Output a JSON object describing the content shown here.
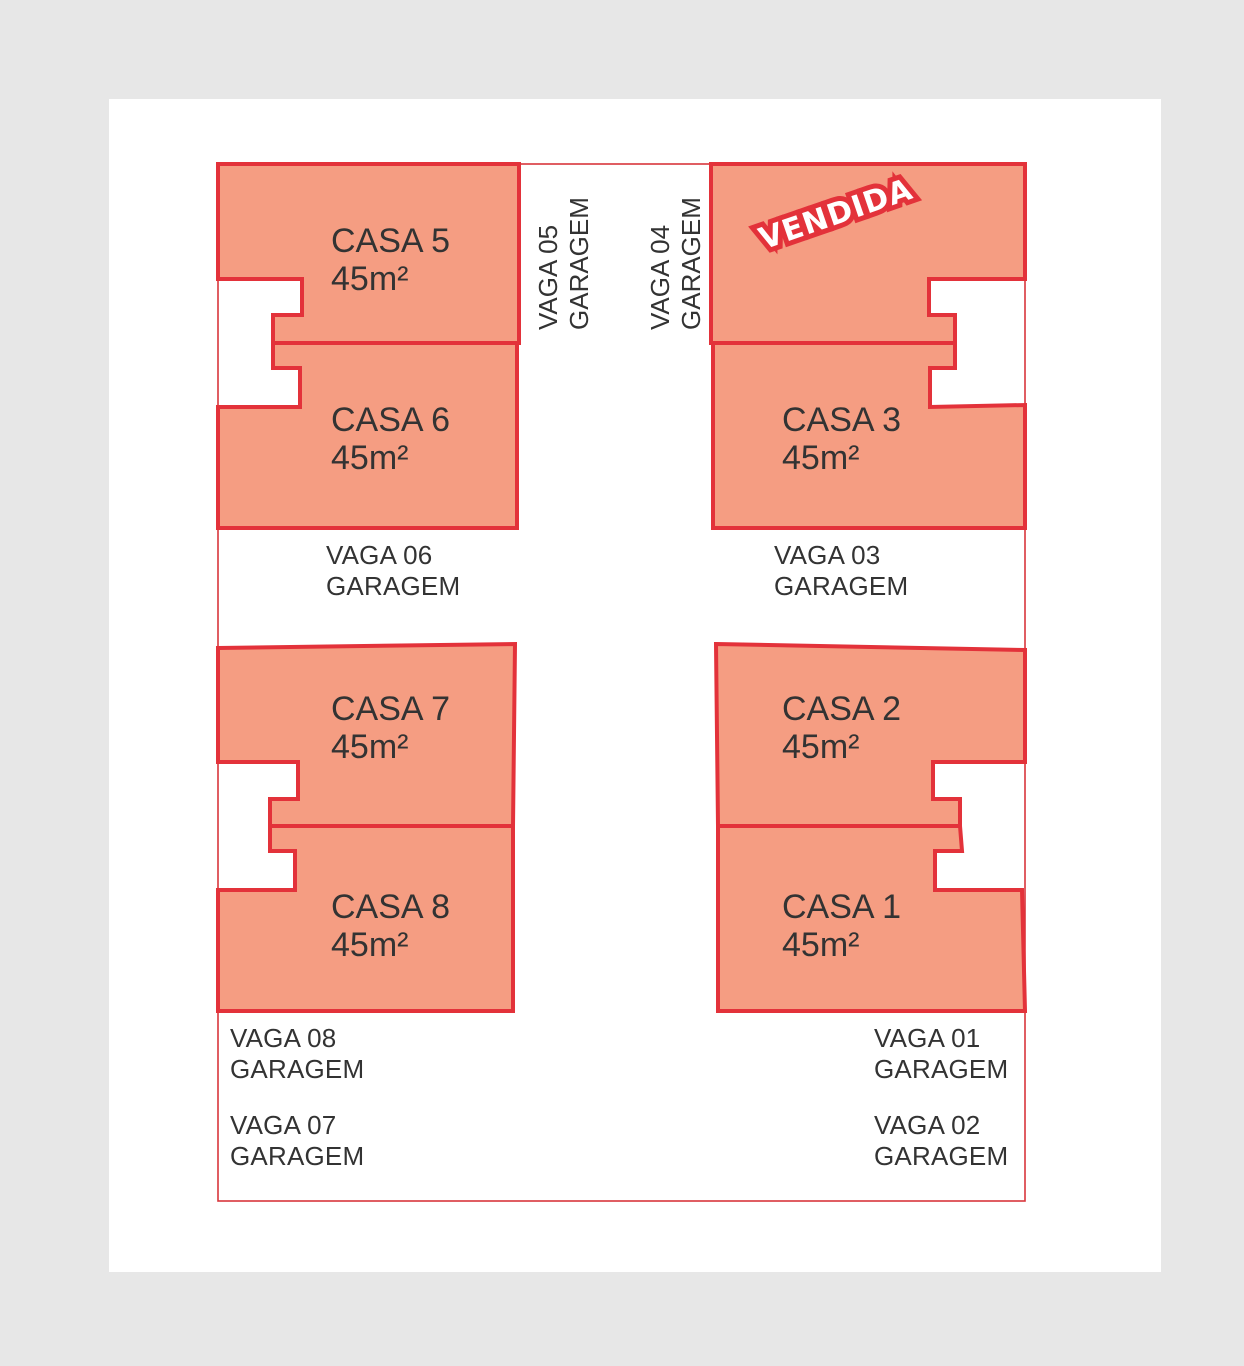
{
  "colors": {
    "background": "#e7e7e7",
    "paper": "#ffffff",
    "house_fill": "#f59d82",
    "house_stroke": "#e3323a",
    "text": "#333333"
  },
  "houses": {
    "casa5": {
      "name": "CASA 5",
      "area": "45m²"
    },
    "casa6": {
      "name": "CASA 6",
      "area": "45m²"
    },
    "casa3": {
      "name": "CASA 3",
      "area": "45m²"
    },
    "casa7": {
      "name": "CASA 7",
      "area": "45m²"
    },
    "casa8": {
      "name": "CASA 8",
      "area": "45m²"
    },
    "casa2": {
      "name": "CASA 2",
      "area": "45m²"
    },
    "casa1": {
      "name": "CASA 1",
      "area": "45m²"
    }
  },
  "sold_stamp": "VENDIDA",
  "parking": {
    "vaga01": {
      "line1": "VAGA 01",
      "line2": "GARAGEM"
    },
    "vaga02": {
      "line1": "VAGA 02",
      "line2": "GARAGEM"
    },
    "vaga03": {
      "line1": "VAGA 03",
      "line2": "GARAGEM"
    },
    "vaga04": {
      "line1": "VAGA 04",
      "line2": "GARAGEM"
    },
    "vaga05": {
      "line1": "VAGA 05",
      "line2": "GARAGEM"
    },
    "vaga06": {
      "line1": "VAGA 06",
      "line2": "GARAGEM"
    },
    "vaga07": {
      "line1": "VAGA 07",
      "line2": "GARAGEM"
    },
    "vaga08": {
      "line1": "VAGA 08",
      "line2": "GARAGEM"
    }
  }
}
